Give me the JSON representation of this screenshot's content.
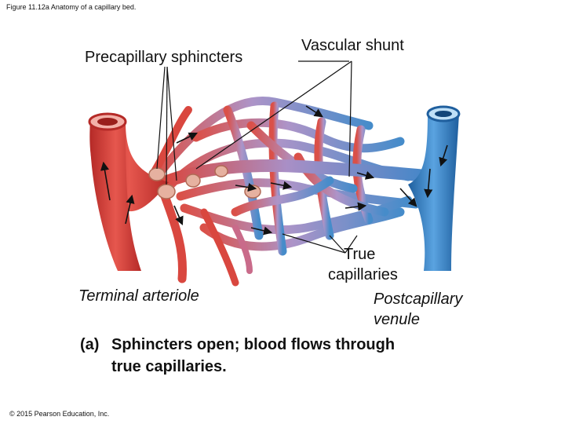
{
  "figure_title": "Figure 11.12a Anatomy of a capillary bed.",
  "labels": {
    "precapillary_sphincters": "Precapillary sphincters",
    "vascular_shunt": "Vascular shunt",
    "true_capillaries_1": "True",
    "true_capillaries_2": "capillaries",
    "terminal_arteriole": "Terminal arteriole",
    "postcapillary_venule_1": "Postcapillary",
    "postcapillary_venule_2": "venule"
  },
  "caption": {
    "letter": "(a)",
    "line1": "Sphincters open; blood flows through",
    "line2": "true capillaries."
  },
  "copyright": "© 2015 Pearson Education, Inc.",
  "colors": {
    "artery": "#d9473f",
    "artery_dark": "#b52a27",
    "vein": "#3d86c8",
    "vein_dark": "#1f5f9e",
    "mixed": "#a98fc6",
    "sphincter": "#e6b1a0"
  }
}
